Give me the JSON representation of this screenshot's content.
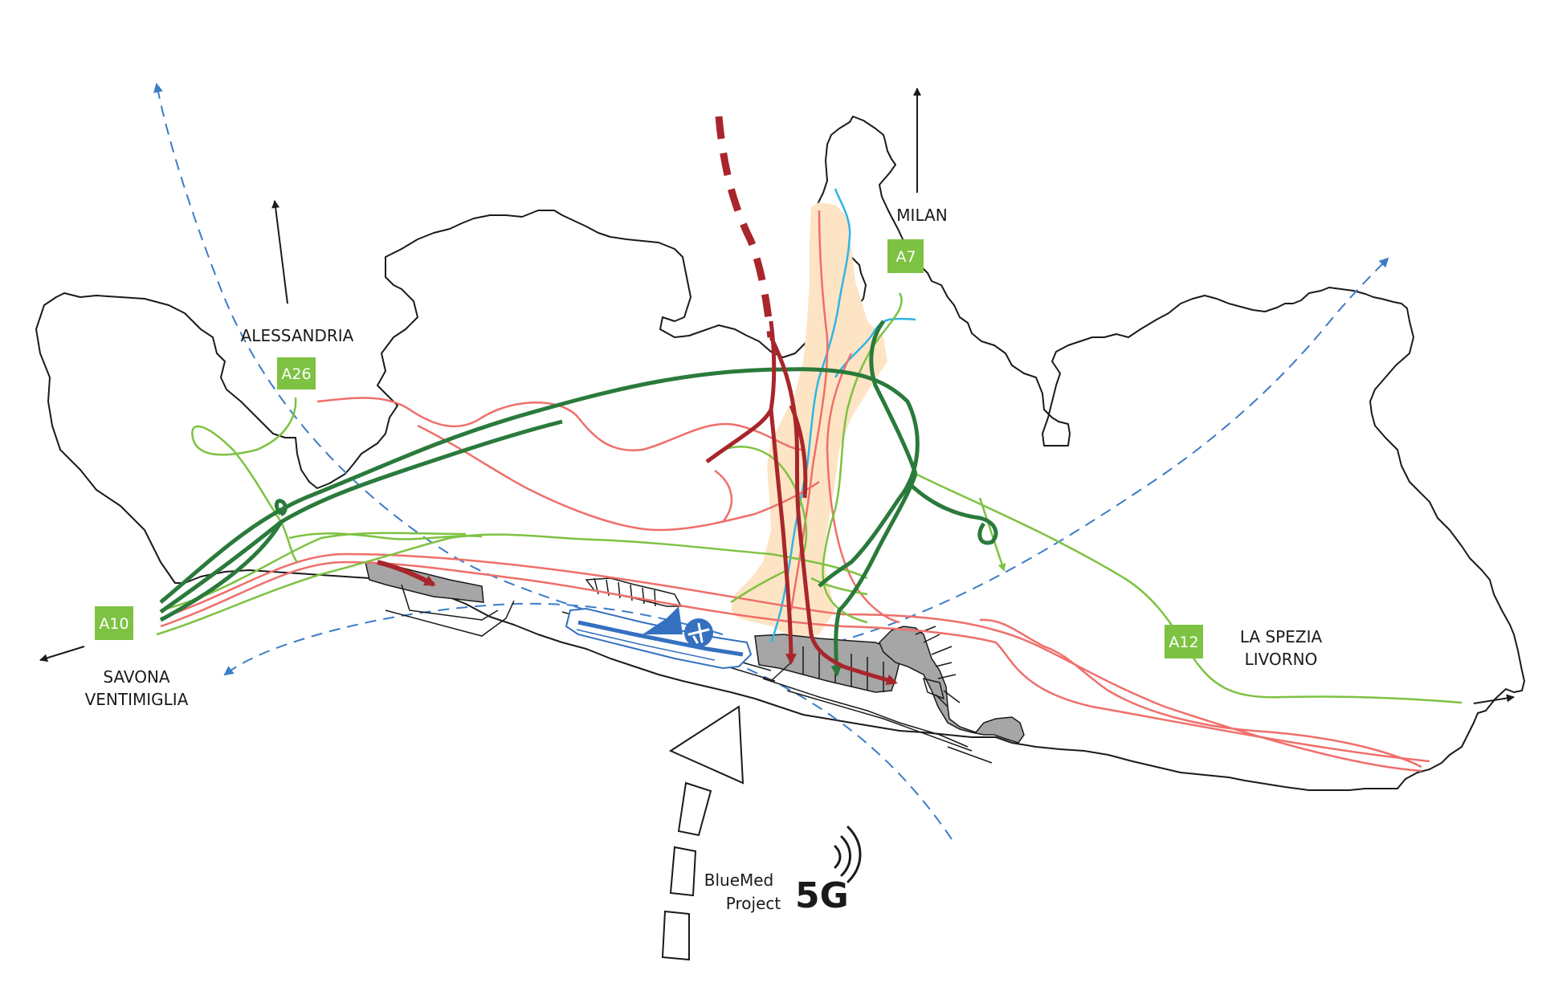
{
  "labels": {
    "alessandria": "ALESSANDRIA",
    "milan": "MILAN",
    "savona": "SAVONA",
    "ventimiglia": "VENTIMIGLIA",
    "la_spezia": "LA SPEZIA",
    "livorno": "LIVORNO",
    "bluemed_1": "BlueMed",
    "bluemed_2": "Project",
    "five_g": "5G"
  },
  "highways": {
    "a26": "A26",
    "a7": "A7",
    "a10": "A10",
    "a12": "A12"
  },
  "colors": {
    "outline": "#1a1a1a",
    "highway_badge": "#7dc242",
    "light_green": "#7dc242",
    "dark_green": "#2a7a3b",
    "pink_rail": "#ef6f6a",
    "dark_red": "#a8262b",
    "cyan_river": "#2fb5e6",
    "blue_dashed": "#3b7cc7",
    "port_gray": "#a6a6a6",
    "corridor": "#fde4c4",
    "airport_blue": "#3570c1"
  },
  "icons": {
    "airport": "airplane-icon",
    "signal": "wifi-signal-icon"
  }
}
